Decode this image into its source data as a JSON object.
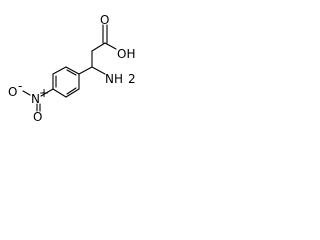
{
  "molecule": {
    "atom_labels": {
      "hydroxyl": "OH",
      "carbonyl_oxygen": "O",
      "amino": "NH",
      "amino_subscript": "2",
      "nitro_oxygen_left": "O",
      "nitro_oxygen_left_charge": "-",
      "nitro_nitrogen": "N",
      "nitro_nitrogen_charge": "+",
      "nitro_oxygen_bottom": "O"
    }
  }
}
